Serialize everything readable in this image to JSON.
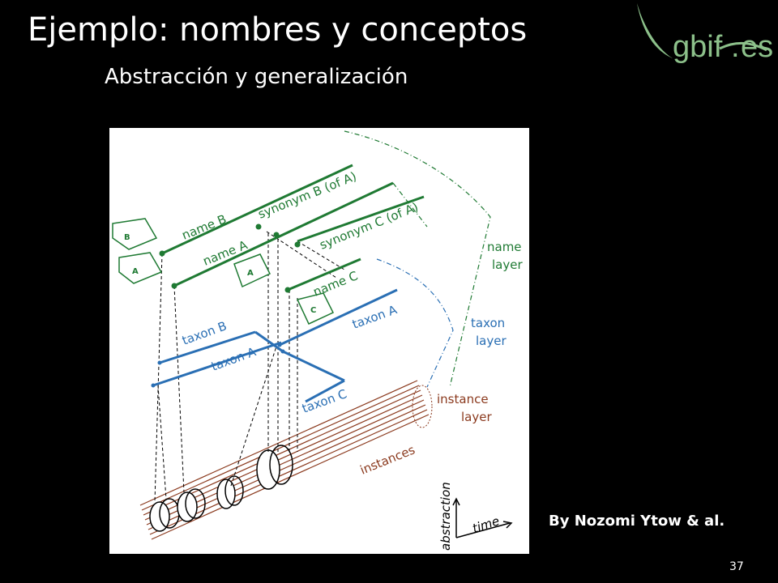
{
  "slide": {
    "title": "Ejemplo: nombres y conceptos",
    "subtitle": "Abstracción y generalización",
    "credit": "By Nozomi Ytow & al.",
    "page_number": "37"
  },
  "logo": {
    "text_main": "gbif",
    "text_dot": ".",
    "text_es": "es",
    "color": "#8cc08a"
  },
  "diagram": {
    "names": {
      "name_b": "name B",
      "name_a": "name A",
      "name_c": "name C",
      "synonym_b": "synonym B (of A)",
      "synonym_c": "synonym C (of A)"
    },
    "taxa": {
      "taxon_b": "taxon B",
      "taxon_a_left": "taxon A",
      "taxon_a_right": "taxon A",
      "taxon_c": "taxon C"
    },
    "tags": {
      "b": "B",
      "a1": "A",
      "a2": "A",
      "c": "C"
    },
    "layers": {
      "name_layer_1": "name",
      "name_layer_2": "layer",
      "taxon_layer_1": "taxon",
      "taxon_layer_2": "layer",
      "instance_layer_1": "instance",
      "instance_layer_2": "layer"
    },
    "instances_label": "instances",
    "axes": {
      "vertical": "abstraction",
      "horizontal": "time"
    },
    "colors": {
      "name": "#1f7a33",
      "taxon": "#2a6fb4",
      "instance": "#8b3a1e"
    }
  }
}
